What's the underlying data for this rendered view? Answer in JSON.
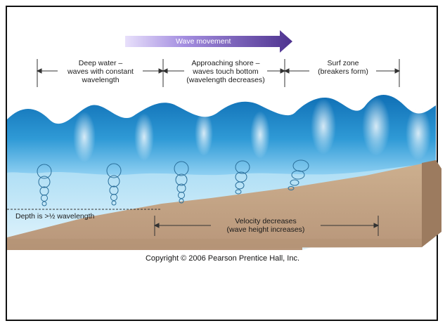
{
  "arrow": {
    "label": "Wave movement"
  },
  "zones": {
    "deep": {
      "line1": "Deep water –",
      "line2": "waves with constant",
      "line3": "wavelength"
    },
    "approach": {
      "line1": "Approaching shore –",
      "line2": "waves touch bottom",
      "line3": "(wavelength decreases)"
    },
    "surf": {
      "line1": "Surf zone",
      "line2": "(breakers form)"
    }
  },
  "depth_label": "Depth is >½ wavelength",
  "velocity": {
    "line1": "Velocity decreases",
    "line2": "(wave height increases)"
  },
  "copyright": "Copyright © 2006 Pearson Prentice Hall, Inc.",
  "colors": {
    "arrow_start": "#c9b8f0",
    "arrow_end": "#5b3fa0",
    "wave_deep": "#1f86c8",
    "wave_light": "#7cc6ee",
    "water_side": "#bfe6f7",
    "sand": "#c8a886",
    "sand_dark": "#8e7258"
  }
}
